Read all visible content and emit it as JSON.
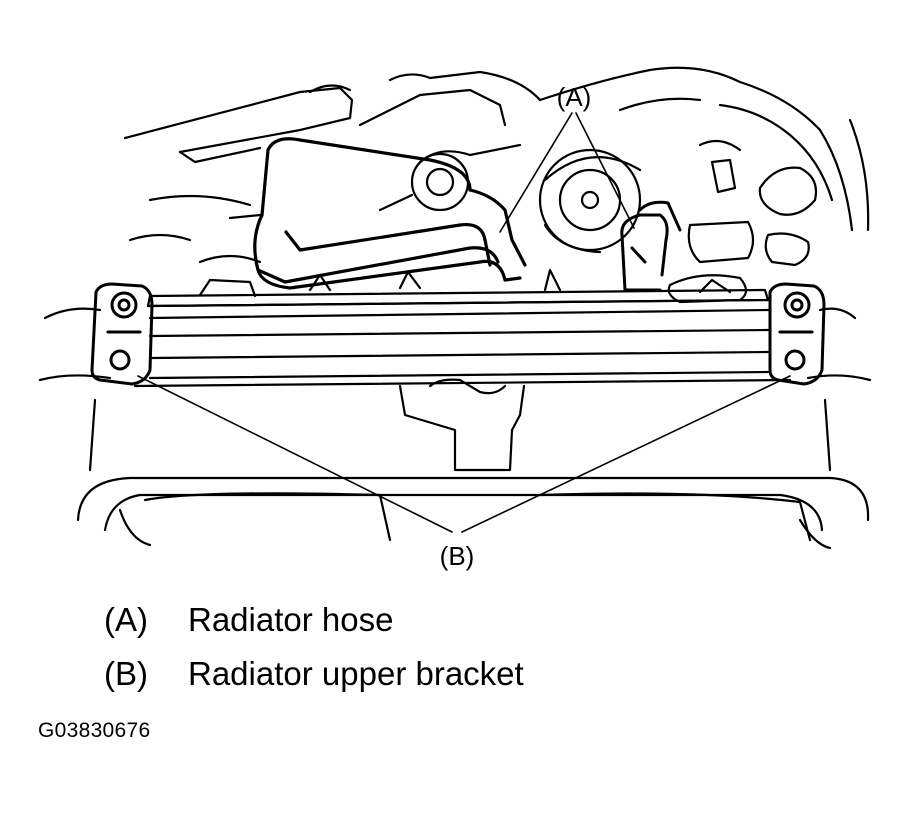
{
  "callouts": {
    "a": "(A)",
    "b": "(B)"
  },
  "legend": [
    {
      "key": "(A)",
      "text": "Radiator hose"
    },
    {
      "key": "(B)",
      "text": "Radiator upper bracket"
    }
  ],
  "figure_code": "G03830676"
}
